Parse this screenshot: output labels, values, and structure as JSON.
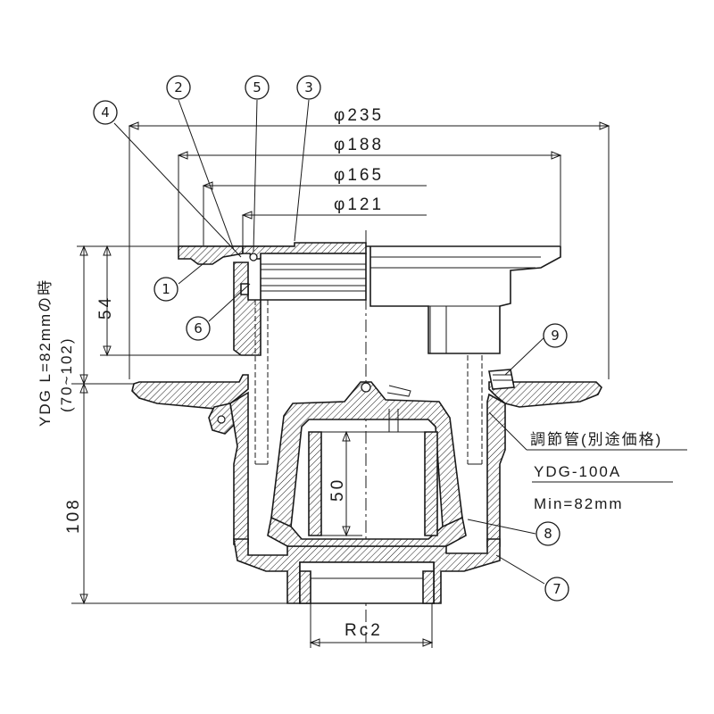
{
  "dimensions": {
    "dia_outer": "φ235",
    "dia_frame": "φ188",
    "dia_grate": "φ165",
    "dia_inner": "φ121",
    "height_top": "54",
    "height_total": "108",
    "trap_depth": "50",
    "outlet_thread": "Rc2"
  },
  "side_note": {
    "line1": "YDG L=82mmの時",
    "line2": "(70~102)"
  },
  "callout_pipe": {
    "line1": "調節管(別途価格)",
    "line2": "YDG-100A",
    "line3": "Min=82mm"
  },
  "balloons": [
    "1",
    "2",
    "3",
    "4",
    "5",
    "6",
    "7",
    "8",
    "9"
  ]
}
